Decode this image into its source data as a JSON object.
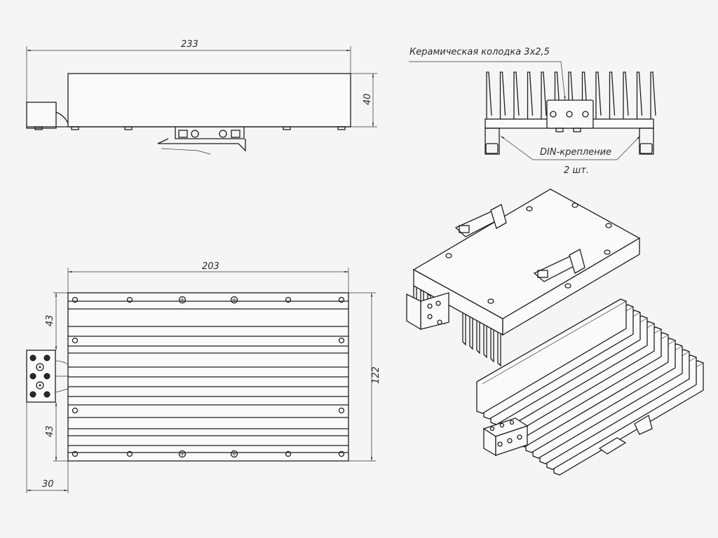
{
  "side_view": {
    "length_dim": "233",
    "height_dim": "40"
  },
  "front_view": {
    "ceramic_block_label": "Керамическая колодка 3x2,5",
    "din_mount_label": "DIN-крепление",
    "din_mount_qty": "2 шт."
  },
  "bottom_view": {
    "width_dim": "203",
    "upper_offset_dim": "43",
    "lower_offset_dim": "43",
    "depth_dim": "122",
    "terminal_dim": "30"
  },
  "colors": {
    "background": "#f5f5f5",
    "line": "#1e1e1e"
  }
}
